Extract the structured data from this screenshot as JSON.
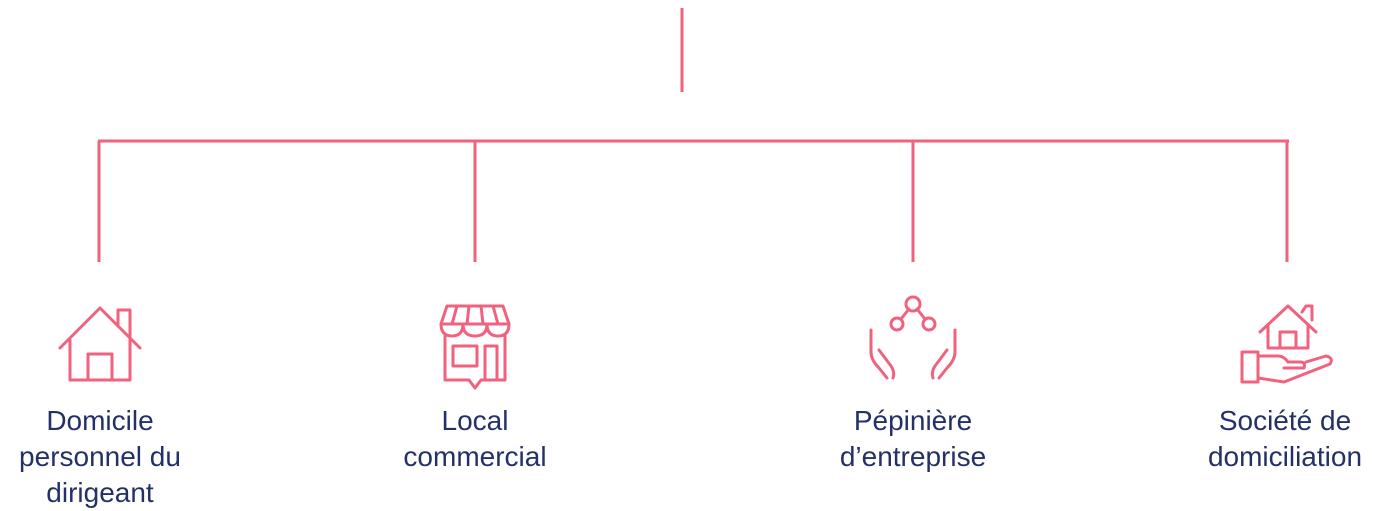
{
  "colors": {
    "connector": "#f0627e",
    "icon": "#f0627e",
    "label": "#233167"
  },
  "options": [
    {
      "label": "Domicile\npersonnel du\ndirigeant",
      "icon": "house-icon"
    },
    {
      "label": "Local\ncommercial",
      "icon": "storefront-icon"
    },
    {
      "label": "Pépinière\nd’entreprise",
      "icon": "nurturing-hands-icon"
    },
    {
      "label": "Société de\ndomiciliation",
      "icon": "house-in-hand-icon"
    }
  ]
}
